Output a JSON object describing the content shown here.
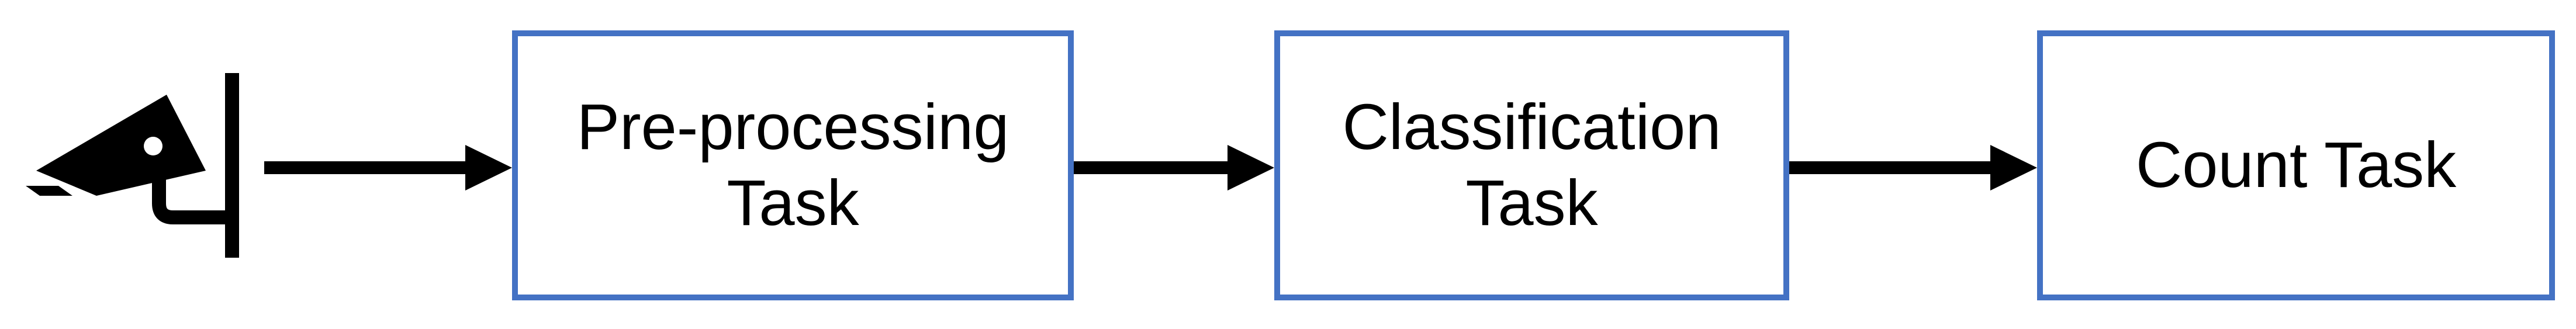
{
  "diagram": {
    "source_icon": "cctv-camera-icon",
    "boxes": [
      {
        "lines": [
          "Pre-processing",
          "Task"
        ]
      },
      {
        "lines": [
          "Classification",
          "Task"
        ]
      },
      {
        "lines": [
          "Count Task"
        ]
      }
    ],
    "colors": {
      "box_border": "#4472C4",
      "arrow": "#000000",
      "text": "#000000",
      "background": "#ffffff"
    }
  }
}
